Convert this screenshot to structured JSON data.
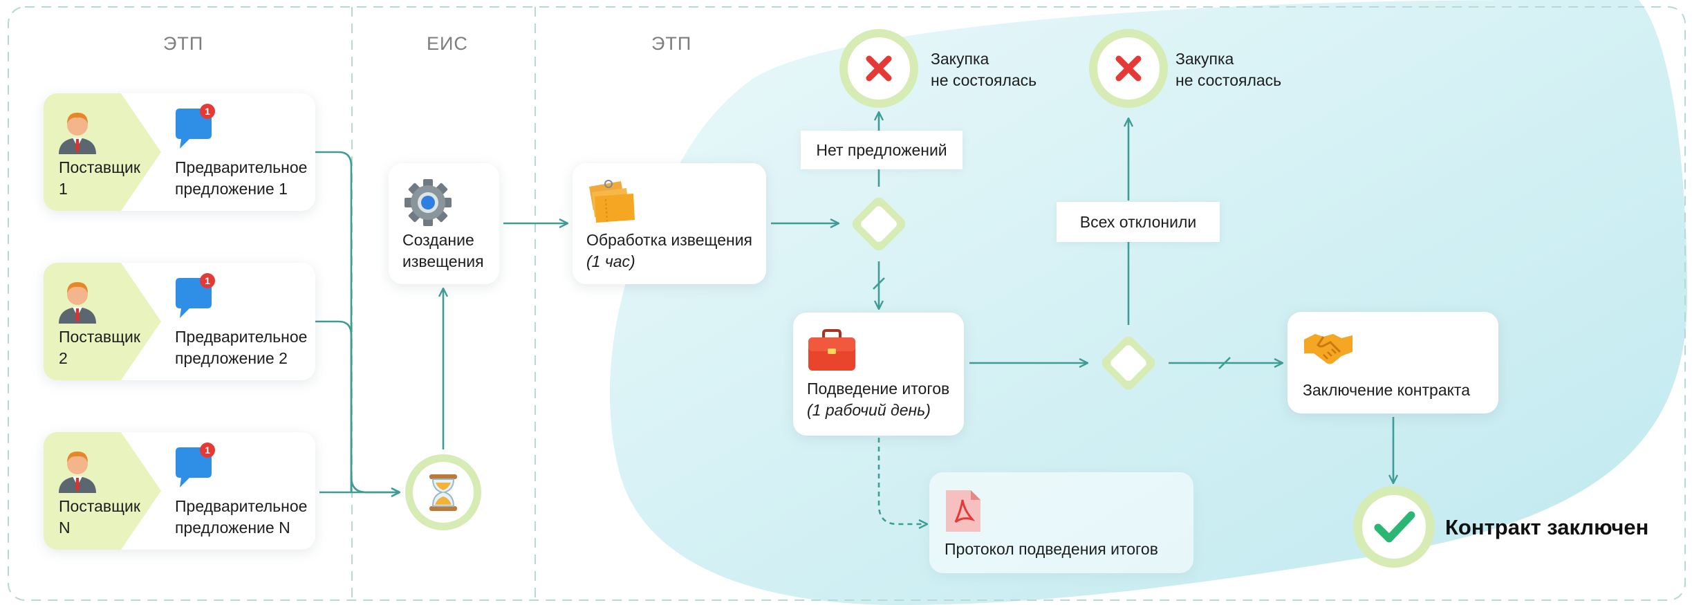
{
  "lanes": {
    "etp_left": "ЭТП",
    "eis": "ЕИС",
    "etp_right": "ЭТП"
  },
  "suppliers": [
    {
      "line1": "Поставщик",
      "line2": "1",
      "offer_line1": "Предварительное",
      "offer_line2": "предложение 1",
      "badge": "1"
    },
    {
      "line1": "Поставщик",
      "line2": "2",
      "offer_line1": "Предварительное",
      "offer_line2": "предложение 2",
      "badge": "1"
    },
    {
      "line1": "Поставщик",
      "line2": "N",
      "offer_line1": "Предварительное",
      "offer_line2": "предложение N",
      "badge": "1"
    }
  ],
  "create_notice": {
    "line1": "Создание",
    "line2": "извещения"
  },
  "process_notice": {
    "title": "Обработка извещения",
    "sub": "(1 час)"
  },
  "summary": {
    "title": "Подведение итогов",
    "sub": "(1 рабочий день)"
  },
  "protocol": {
    "title": "Протокол подведения итогов"
  },
  "contract": {
    "title": "Заключение контракта"
  },
  "no_offers": "Нет предложений",
  "all_rejected": "Всех отклонили",
  "fail1": {
    "line1": "Закупка",
    "line2": "не состоялась"
  },
  "fail2": {
    "line1": "Закупка",
    "line2": "не состоялась"
  },
  "result": "Контракт заключен",
  "colors": {
    "arrow": "#3e9c94",
    "ring": "#d7ecb5",
    "supplier_tab": "#e8f3be",
    "cross": "#e53935",
    "check": "#2bb673",
    "dashed_border": "#b9d8d3"
  },
  "icons": [
    "businessman-icon",
    "chat-badge-icon",
    "gear-icon",
    "hourglass-icon",
    "tickets-icon",
    "briefcase-icon",
    "pdf-icon",
    "handshake-icon",
    "cross-icon",
    "check-icon"
  ]
}
